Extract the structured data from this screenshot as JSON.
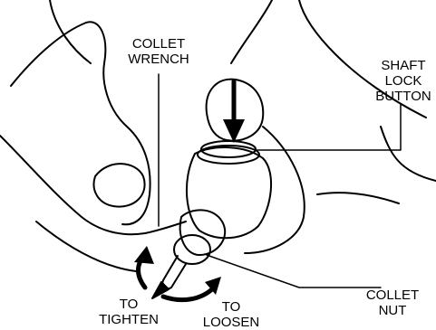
{
  "labels": {
    "collet_wrench": [
      "COLLET",
      "WRENCH"
    ],
    "shaft_lock_button": [
      "SHAFT",
      "LOCK",
      "BUTTON"
    ],
    "collet_nut": [
      "COLLET",
      "NUT"
    ],
    "to_tighten": [
      "TO",
      "TIGHTEN"
    ],
    "to_loosen": [
      "TO",
      "LOOSEN"
    ]
  },
  "colors": {
    "ink": "#000000",
    "background": "#ffffff"
  }
}
